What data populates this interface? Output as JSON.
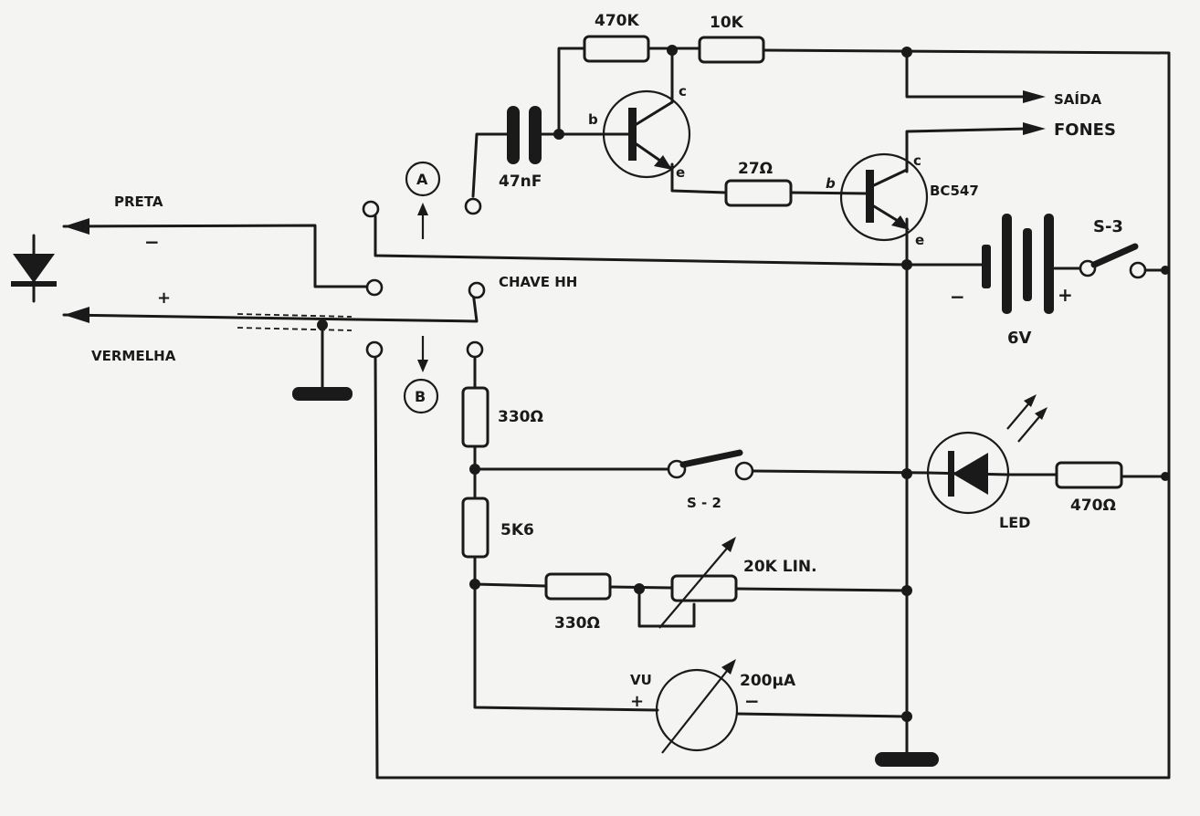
{
  "labels": {
    "r_470k": "470K",
    "r_10k": "10K",
    "saida": "SAÍDA",
    "fones": "FONES",
    "cap_47nf": "47nF",
    "pin_b1": "b",
    "pin_c1": "c",
    "pin_e1": "e",
    "r_27": "27Ω",
    "pin_b2": "b",
    "pin_c2": "c",
    "pin_e2": "e",
    "bc547": "BC547",
    "s3": "S-3",
    "bat_minus": "−",
    "bat_plus": "+",
    "v6": "6V",
    "point_a": "A",
    "point_b": "B",
    "preta": "PRETA",
    "probe_minus": "−",
    "probe_plus": "+",
    "vermelha": "VERMELHA",
    "chave_hh": "CHAVE HH",
    "r_330_top": "330Ω",
    "s2": "S - 2",
    "r_5k6": "5K6",
    "pot_20k": "20K LIN.",
    "r_330_bottom": "330Ω",
    "meter_vu": "VU",
    "meter_plus": "+",
    "meter_minus": "−",
    "meter_200ua": "200µA",
    "led": "LED",
    "r_470": "470Ω"
  }
}
